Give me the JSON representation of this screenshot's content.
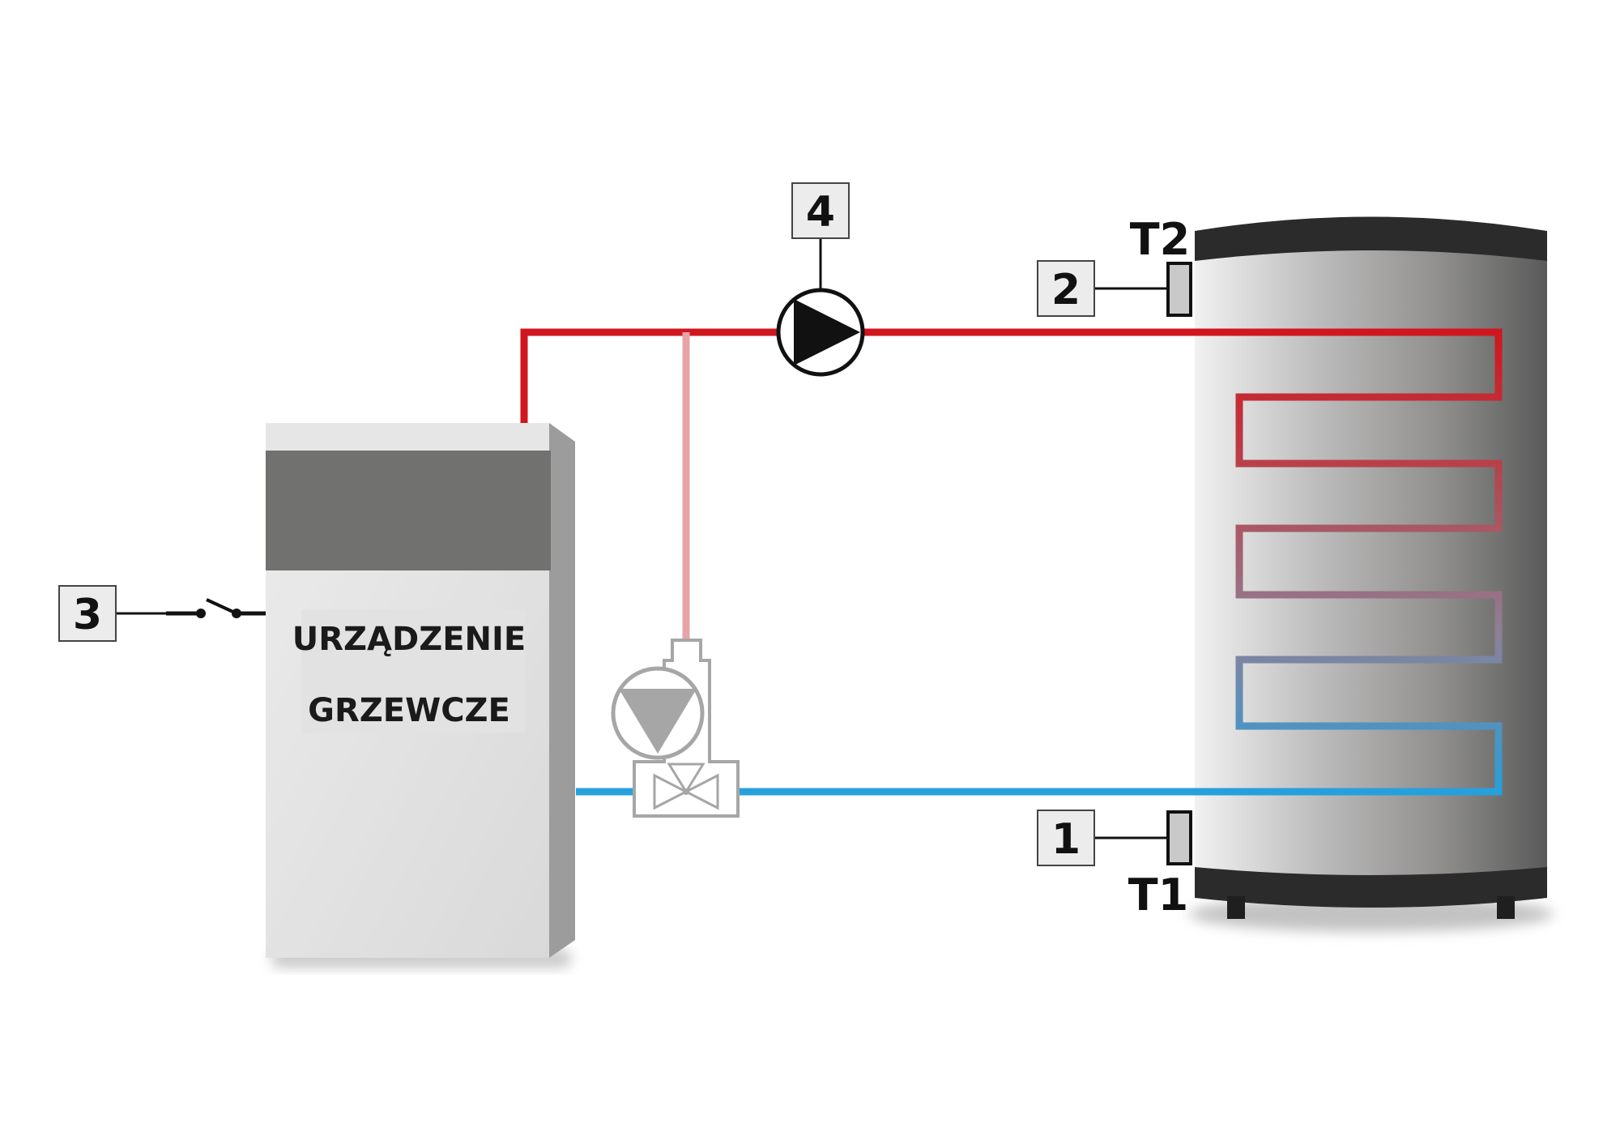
{
  "device": {
    "line1": "URZĄDZENIE",
    "line2": "GRZEWCZE"
  },
  "callouts": {
    "c1": "1",
    "c2": "2",
    "c3": "3",
    "c4": "4"
  },
  "sensors": {
    "top": "T2",
    "bottom": "T1"
  },
  "colors": {
    "supply_pipe": "#d0161e",
    "return_pipe": "#26a0dc",
    "bypass_pipe": "#e8a3a6",
    "valve_outline": "#a6a6a6",
    "tank_band": "#2b2b2b"
  },
  "icons": {
    "pump": "circulation-pump-icon",
    "mixing_pump": "mixing-pump-icon",
    "valve": "three-way-valve-icon",
    "switch": "switch-icon"
  }
}
